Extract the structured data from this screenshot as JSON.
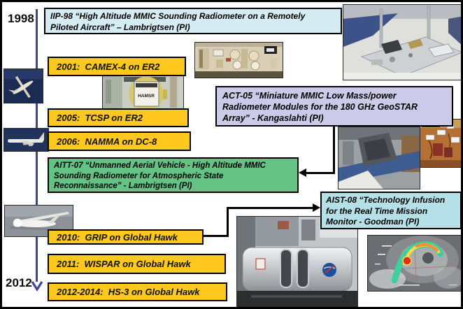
{
  "timeline": {
    "start_year": "1998",
    "end_year": "2012",
    "color": "#3e4499"
  },
  "boxes": {
    "iip98": {
      "fill": "#d5edf2",
      "lines": [
        "IIP-98 “High Altitude MMIC Sounding Radiometer on a Remotely",
        "Piloted Aircraft” – Lambrigtsen (PI)"
      ]
    },
    "act05": {
      "fill": "#cbcbe9",
      "lines": [
        "ACT-05  “Miniature MMIC Low Mass/power",
        "Radiometer Modules for the 180 GHz GeoSTAR",
        "Array”  - Kangaslahti (PI)"
      ]
    },
    "aitt07": {
      "fill": "#63c284",
      "lines": [
        "AITT-07 “Unmanned Aerial Vehicle - High Altitude MMIC",
        "Sounding Radiometer for Atmospheric State",
        "Reconnaissance” - Lambrigtsen (PI)"
      ]
    },
    "aist08": {
      "fill": "#b5e0e7",
      "lines": [
        "AIST-08 “Technology Infusion",
        "for the Real Time Mission",
        "Monitor - Goodman (PI)"
      ]
    }
  },
  "milestones": [
    {
      "label": "2001:  CAMEX-4 on ER2"
    },
    {
      "label": "2005:  TCSP on ER2"
    },
    {
      "label": "2006:  NAMMA on DC-8"
    },
    {
      "label": "2010:  GRIP on Global Hawk"
    },
    {
      "label": "2011:  WISPAR on Global Hawk"
    },
    {
      "label": "2012-2014:  HS-3 on Global Hawk"
    }
  ],
  "milestone_fill": "#ffc81e",
  "photos": {
    "hamsr_label": "HAMSR"
  },
  "arrow_color": "#000000"
}
